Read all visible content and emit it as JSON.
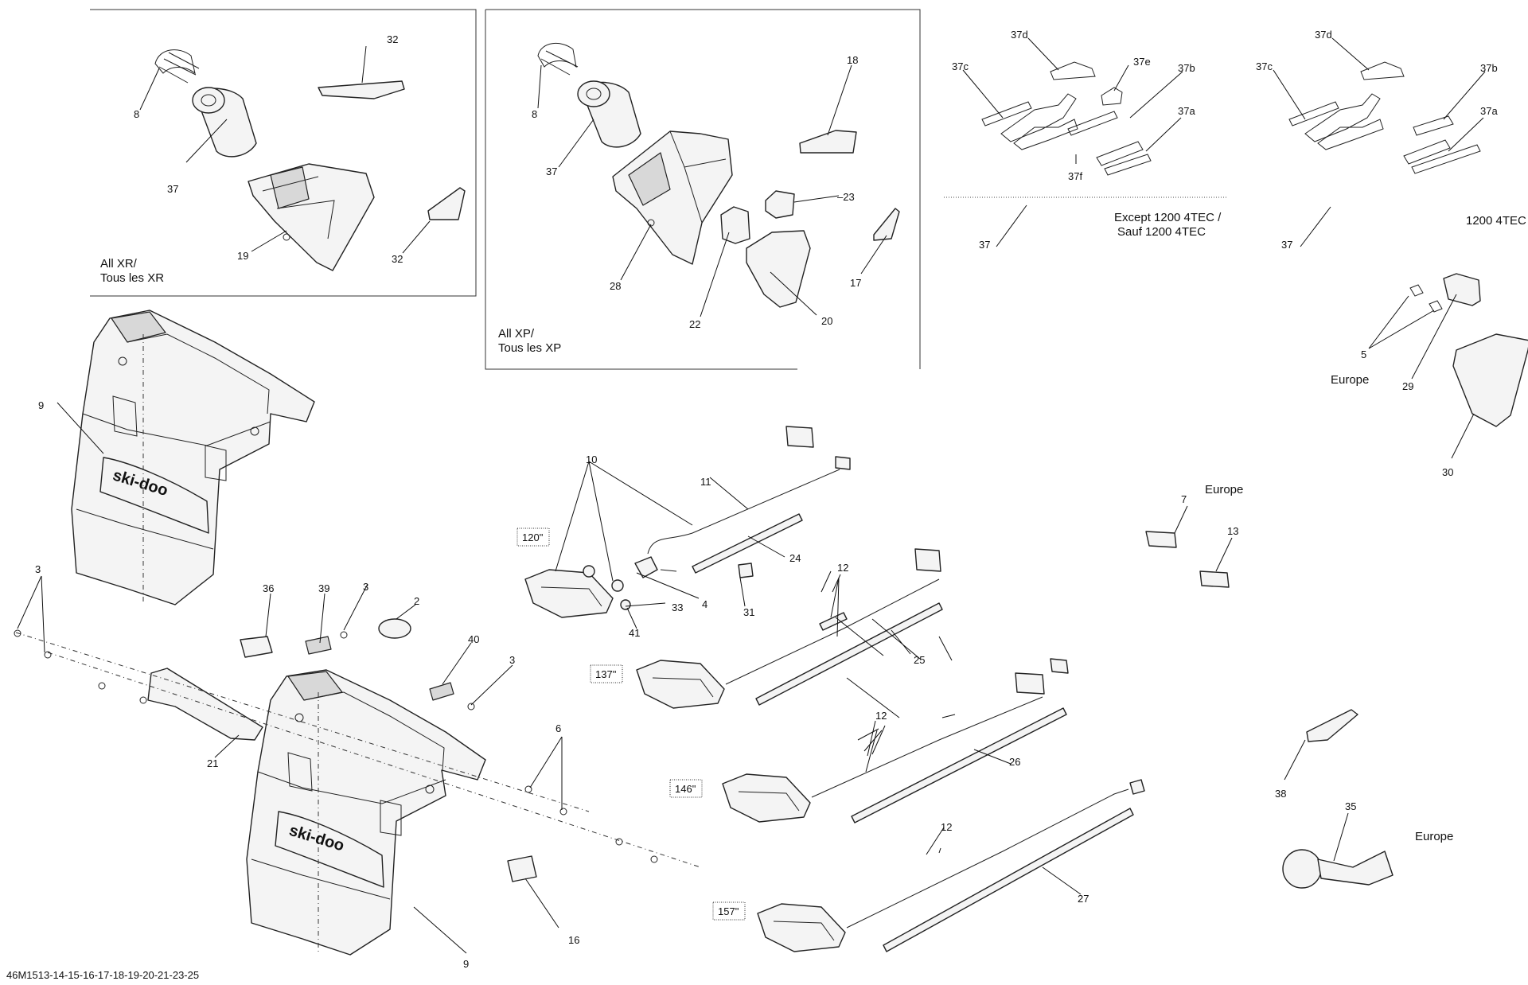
{
  "diagram": {
    "part_labels": {
      "p2": "2",
      "p3a": "3",
      "p3b": "3",
      "p3c": "3",
      "p4": "4",
      "p5": "5",
      "p6": "6",
      "p7": "7",
      "p8a": "8",
      "p8b": "8",
      "p9a": "9",
      "p9b": "9",
      "p10": "10",
      "p11": "11",
      "p12a": "12",
      "p12b": "12",
      "p12c": "12",
      "p13": "13",
      "p16": "16",
      "p17": "17",
      "p18": "18",
      "p19": "19",
      "p20": "20",
      "p21": "21",
      "p22": "22",
      "p23": "–23",
      "p24": "24",
      "p25": "25",
      "p26": "26",
      "p27": "27",
      "p28": "28",
      "p29": "29",
      "p30": "30",
      "p31": "31",
      "p32a": "32",
      "p32b": "32",
      "p33": "33",
      "p35": "35",
      "p36": "36",
      "p37a": "37",
      "p37b": "37",
      "p37c": "37",
      "p37d": "37",
      "p37a_l": "37a",
      "p37b_l": "37b",
      "p37c_l": "37c",
      "p37d_l": "37d",
      "p37e_l": "37e",
      "p37f_l": "37f",
      "p37a_r": "37a",
      "p37b_r": "37b",
      "p37c_r": "37c",
      "p37d_r": "37d",
      "p38": "38",
      "p39": "39",
      "p40": "40",
      "p41": "41"
    },
    "notes": {
      "all_xr_1": "All XR/",
      "all_xr_2": "Tous les XR",
      "all_xp_1": "All XP/",
      "all_xp_2": "Tous les XP",
      "except_1": "Except 1200 4TEC /",
      "except_2": "Sauf 1200 4TEC",
      "only_1200": "1200 4TEC",
      "europe_1": "Europe",
      "europe_2": "Europe",
      "europe_3": "Europe"
    },
    "track_lengths": {
      "t120": "120\"",
      "t137": "137\"",
      "t146": "146\"",
      "t157": "157\""
    },
    "brand_text": "ski-doo",
    "drawing_code": "46M1513-14-15-16-17-18-19-20-21-23-25"
  }
}
